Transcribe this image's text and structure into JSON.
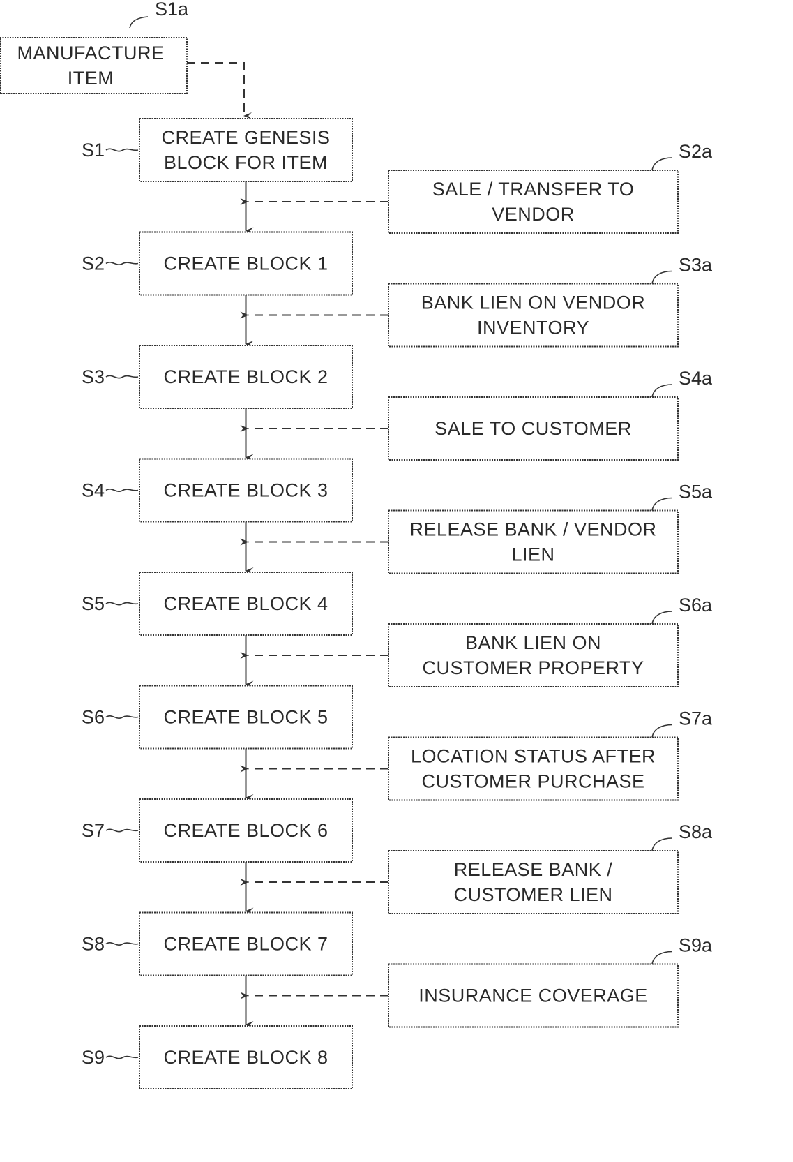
{
  "start": {
    "label": "S1a",
    "lines": [
      "MANUFACTURE",
      "ITEM"
    ]
  },
  "steps": [
    {
      "label": "S1",
      "lines": [
        "CREATE GENESIS",
        "BLOCK FOR ITEM"
      ]
    },
    {
      "label": "S2",
      "lines": [
        "CREATE BLOCK 1"
      ]
    },
    {
      "label": "S3",
      "lines": [
        "CREATE BLOCK 2"
      ]
    },
    {
      "label": "S4",
      "lines": [
        "CREATE BLOCK 3"
      ]
    },
    {
      "label": "S5",
      "lines": [
        "CREATE BLOCK 4"
      ]
    },
    {
      "label": "S6",
      "lines": [
        "CREATE BLOCK 5"
      ]
    },
    {
      "label": "S7",
      "lines": [
        "CREATE BLOCK 6"
      ]
    },
    {
      "label": "S8",
      "lines": [
        "CREATE BLOCK 7"
      ]
    },
    {
      "label": "S9",
      "lines": [
        "CREATE BLOCK 8"
      ]
    }
  ],
  "events": [
    {
      "label": "S2a",
      "lines": [
        "SALE / TRANSFER TO",
        "VENDOR"
      ]
    },
    {
      "label": "S3a",
      "lines": [
        "BANK LIEN ON VENDOR",
        "INVENTORY"
      ]
    },
    {
      "label": "S4a",
      "lines": [
        "SALE TO CUSTOMER"
      ]
    },
    {
      "label": "S5a",
      "lines": [
        "RELEASE BANK / VENDOR",
        "LIEN"
      ]
    },
    {
      "label": "S6a",
      "lines": [
        "BANK LIEN ON",
        "CUSTOMER PROPERTY"
      ]
    },
    {
      "label": "S7a",
      "lines": [
        "LOCATION STATUS AFTER",
        "CUSTOMER PURCHASE"
      ]
    },
    {
      "label": "S8a",
      "lines": [
        "RELEASE BANK /",
        "CUSTOMER LIEN"
      ]
    },
    {
      "label": "S9a",
      "lines": [
        "INSURANCE COVERAGE"
      ]
    }
  ]
}
